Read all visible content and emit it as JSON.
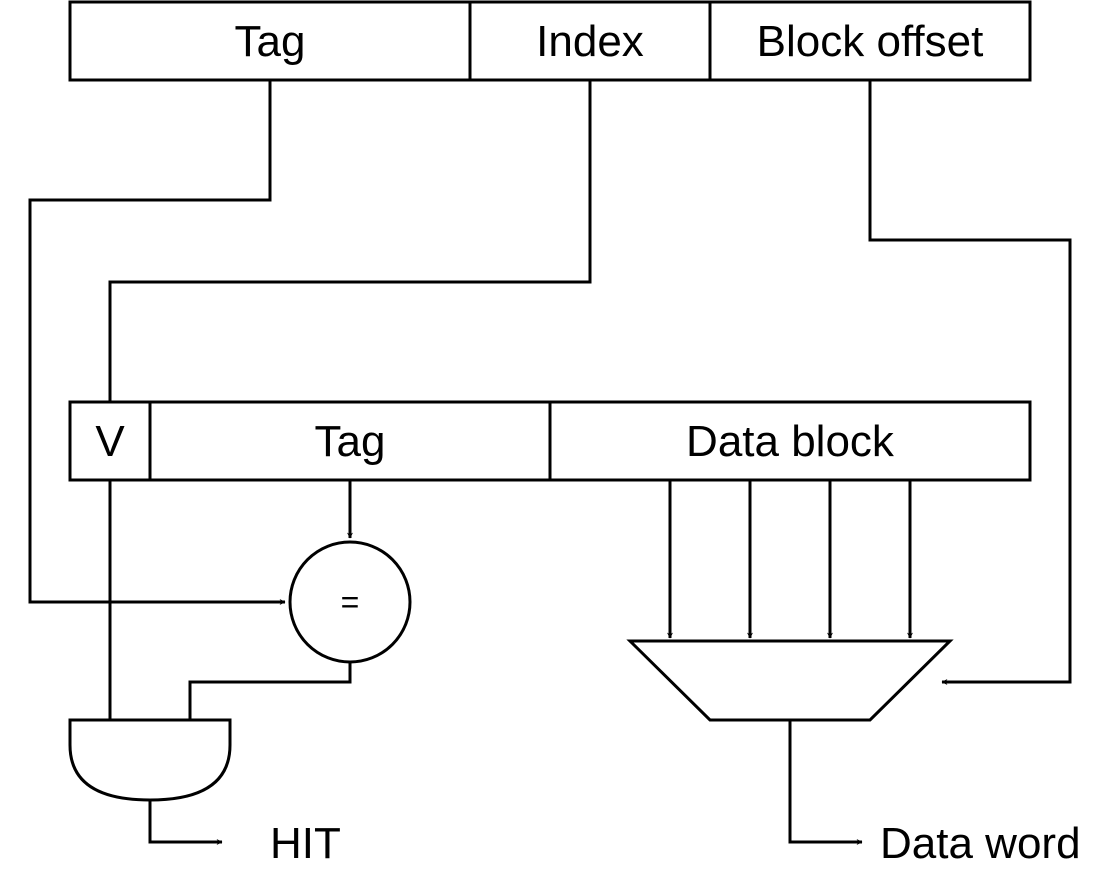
{
  "address": {
    "tag": "Tag",
    "index": "Index",
    "block_offset": "Block offset"
  },
  "cache_line": {
    "valid": "V",
    "tag": "Tag",
    "data_block": "Data block"
  },
  "comparator": {
    "symbol": "="
  },
  "outputs": {
    "hit": "HIT",
    "data_word": "Data word"
  }
}
